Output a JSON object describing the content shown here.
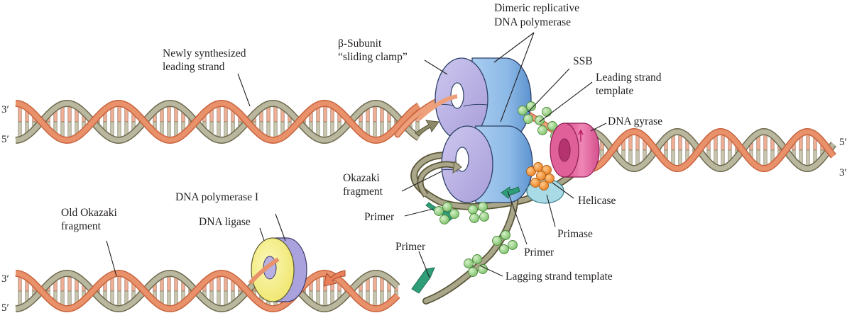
{
  "title": "DNA replication fork (E. coli)",
  "colors": {
    "strand_orange": "#e8916a",
    "strand_orange_dark": "#c8643e",
    "strand_green": "#b9b79e",
    "strand_green_dark": "#6f6a4e",
    "clamp_purple": "#b9b1e0",
    "polymerase_blue": "#8fbbe8",
    "gyrase_pink": "#e0609a",
    "ssb_green": "#9ed68a",
    "helicase_orange": "#f29a3c",
    "primase_cyan": "#a9dbe6",
    "primer_teal": "#2f9e78",
    "ligase_yellow": "#f6f08a",
    "pol1_purple": "#a9a2dc"
  },
  "strand_ends": {
    "top_left_upper": "3′",
    "top_left_lower": "5′",
    "right_upper": "5′",
    "right_lower": "3′",
    "bottom_left_upper": "3′",
    "bottom_left_lower": "5′"
  },
  "labels": {
    "leading_strand": [
      "Newly synthesized",
      "leading strand"
    ],
    "beta_subunit": [
      "β-Subunit",
      "“sliding clamp”"
    ],
    "dimeric_polymerase": [
      "Dimeric replicative",
      "DNA polymerase"
    ],
    "ssb": [
      "SSB"
    ],
    "leading_template": [
      "Leading strand",
      "template"
    ],
    "dna_gyrase": [
      "DNA gyrase"
    ],
    "okazaki_fragment": [
      "Okazaki",
      "fragment"
    ],
    "primer_left": [
      "Primer"
    ],
    "helicase": [
      "Helicase"
    ],
    "primase": [
      "Primase"
    ],
    "primer_center": [
      "Primer"
    ],
    "primer_bottom": [
      "Primer"
    ],
    "lagging_template": [
      "Lagging strand template"
    ],
    "dna_polymerase_1": [
      "DNA polymerase I"
    ],
    "dna_ligase": [
      "DNA ligase"
    ],
    "old_okazaki": [
      "Old Okazaki",
      "fragment"
    ]
  }
}
